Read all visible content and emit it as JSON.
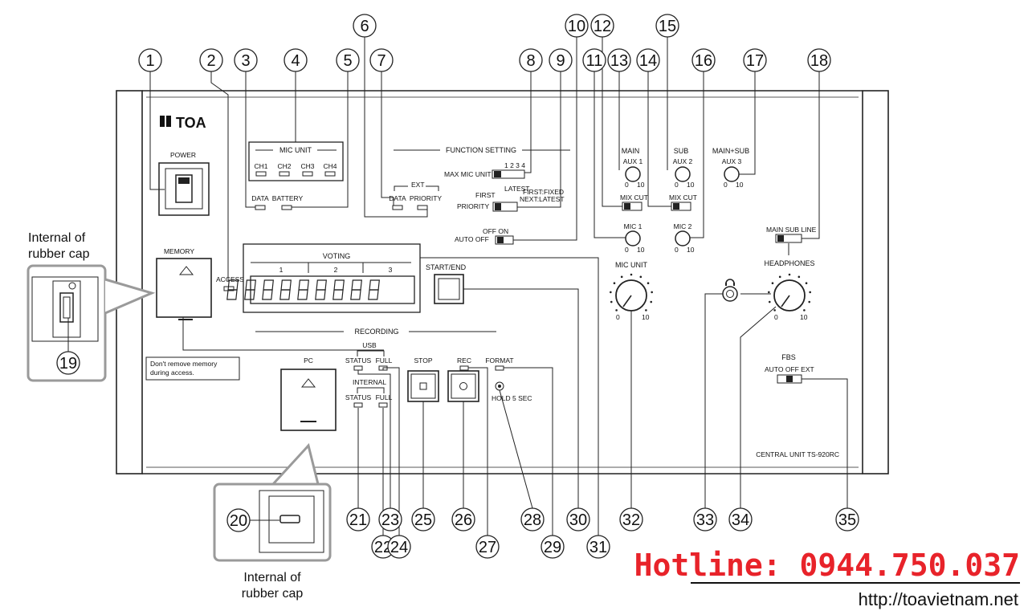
{
  "brand": "TOA",
  "panel": {
    "power": "POWER",
    "mic_unit_title": "MIC UNIT",
    "channels": [
      "CH1",
      "CH2",
      "CH3",
      "CH4"
    ],
    "data_led": "DATA",
    "battery_led": "BATTERY",
    "memory": "MEMORY",
    "access": "ACCESS",
    "memory_note_line1": "Don't remove memory",
    "memory_note_line2": "during access.",
    "function_setting": "FUNCTION SETTING",
    "ext": "EXT",
    "ext_data": "DATA",
    "ext_priority": "PRIORITY",
    "max_mic_unit": "MAX MIC UNIT",
    "max_mic_numbers": "1 2 3 4",
    "priority": "PRIORITY",
    "first": "FIRST",
    "latest": "LATEST",
    "first_fixed": "FIRST:FIXED",
    "next_latest": "NEXT:LATEST",
    "auto_off": "AUTO OFF",
    "off_on": "OFF  ON",
    "voting": "VOTING",
    "voting_groups": [
      "1",
      "2",
      "3"
    ],
    "start_end": "START/END",
    "recording": "RECORDING",
    "usb": "USB",
    "internal": "INTERNAL",
    "status": "STATUS",
    "full": "FULL",
    "pc": "PC",
    "stop": "STOP",
    "rec": "REC",
    "format": "FORMAT",
    "hold": "HOLD 5 SEC",
    "main": "MAIN",
    "sub": "SUB",
    "main_sub": "MAIN+SUB",
    "aux1": "AUX 1",
    "aux2": "AUX 2",
    "aux3": "AUX 3",
    "mix_cut": "MIX  CUT",
    "mic1": "MIC 1",
    "mic2": "MIC 2",
    "scale_0": "0",
    "scale_10": "10",
    "main_sub_line": "MAIN SUB LINE",
    "headphones": "HEADPHONES",
    "mic_unit_knob": "MIC UNIT",
    "fbs": "FBS",
    "fbs_modes": "AUTO  OFF  EXT",
    "model": "CENTRAL UNIT   TS-920RC"
  },
  "callouts": {
    "internal_top": [
      "Internal of",
      "rubber cap"
    ],
    "internal_bottom": [
      "Internal of",
      "rubber cap"
    ]
  },
  "callout_numbers": [
    "1",
    "2",
    "3",
    "4",
    "5",
    "6",
    "7",
    "8",
    "9",
    "10",
    "11",
    "12",
    "13",
    "14",
    "15",
    "16",
    "17",
    "18",
    "19",
    "20",
    "21",
    "22",
    "23",
    "24",
    "25",
    "26",
    "27",
    "28",
    "29",
    "30",
    "31",
    "32",
    "33",
    "34",
    "35"
  ],
  "watermark": {
    "hotline": "Hotline: 0944.750.037",
    "url": "http://toavietnam.net",
    "hotline_color": "#e8232a",
    "url_color": "#111111"
  }
}
